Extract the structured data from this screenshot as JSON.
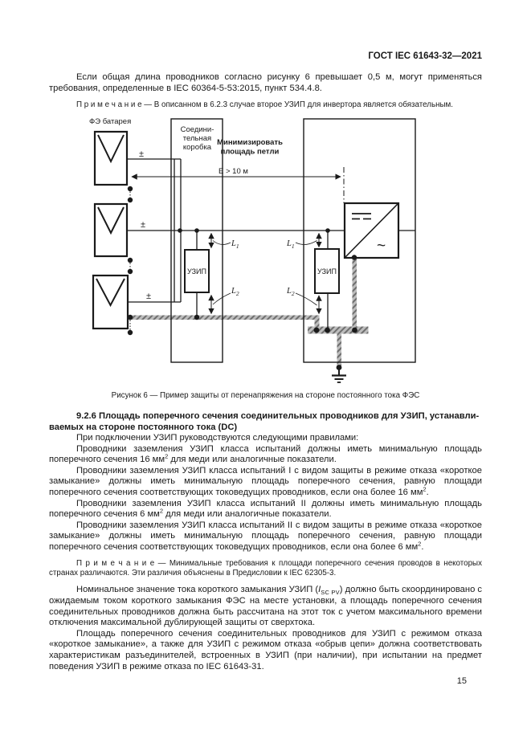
{
  "header": {
    "title": "ГОСТ IEC 61643-32—2021"
  },
  "intro": {
    "p1": "Если общая длина проводников согласно рисунку 6 превышает 0,5 м, могут применяться требования, определенные в IEC 60364-5-53:2015, пункт 534.4.8.",
    "note": "П р и м е ч а н и е  — В описанном в 6.2.3 случае второе УЗИП для инвертора является обязательным."
  },
  "figure": {
    "pv_battery": "ФЭ батарея",
    "junction_box": [
      "Соедини-",
      "тельная",
      "коробка"
    ],
    "minimize": [
      "Минимизировать",
      "площадь петли"
    ],
    "distance": "E > 10 м",
    "pm": "±",
    "uzip": "УЗИП",
    "l": "L",
    "sub1": "1",
    "sub2": "2",
    "ac": "~",
    "caption": "Рисунок 6 — Пример защиты от перенапряжения на стороне постоянного тока ФЭС"
  },
  "section": {
    "heading1": "9.2.6 Площадь поперечного сечения соединительных проводников для УЗИП, устанавли-",
    "heading2": "ваемых на стороне постоянного тока (DC)",
    "p_intro": "При подключении УЗИП руководствуются следующими правилами:",
    "p_class_any": [
      {
        "t": "Проводники заземления УЗИП класса испытаний должны иметь минимальную площадь поперечного сечения 16 мм"
      },
      {
        "t": "2",
        "s": "sup"
      },
      {
        "t": " для меди или аналогичные показатели."
      }
    ],
    "p_class1": [
      {
        "t": "Проводники заземления УЗИП класса испытаний I с видом защиты в режиме отказа «короткое замыкание» должны иметь минимальную площадь поперечного сечения, равную площади поперечного сечения соответствующих токоведущих проводников, если она более 16 мм"
      },
      {
        "t": "2",
        "s": "sup"
      },
      {
        "t": "."
      }
    ],
    "p_class2": [
      {
        "t": "Проводники заземления УЗИП класса испытаний II должны иметь минимальную площадь поперечного сечения 6 мм"
      },
      {
        "t": "2",
        "s": "sup"
      },
      {
        "t": " для меди или аналогичные показатели."
      }
    ],
    "p_class2_sc": [
      {
        "t": "Проводники заземления УЗИП класса испытаний II с видом защиты в режиме отказа «короткое замыкание» должны иметь минимальную площадь поперечного сечения, равную площади поперечного сечения соответствующих токоведущих проводников, если она более 6 мм"
      },
      {
        "t": "2",
        "s": "sup"
      },
      {
        "t": "."
      }
    ],
    "note2": "П р и м е ч а н и е  — Минимальные требования к площади поперечного сечения проводов в некоторых странах различаются. Эти различия объяснены в Предисловии к IEC 62305-3.",
    "p_nominal": [
      {
        "t": "Номинальное значение тока короткого замыкания УЗИП ("
      },
      {
        "t": "I",
        "s": "i"
      },
      {
        "t": "SC PV",
        "s": "sub"
      },
      {
        "t": ") должно быть скоординировано с ожидаемым током короткого замыкания ФЭС на месте установки, а площадь поперечного сечения соединительных проводников должна быть рассчитана на этот ток с учетом максимального времени отключения максимальной дублирующей защиты от сверхтока."
      }
    ],
    "p_area": [
      {
        "t": "Площадь поперечного сечения соединительных проводников для УЗИП с режимом отказа «короткое замыкание», а также для УЗИП с режимом отказа «обрыв цепи» должна соответствовать характеристикам разъединителей, встроенных в УЗИП (при наличии), при испытании на предмет поведения УЗИП в режиме отказа по IEC 61643-31."
      }
    ]
  },
  "footer": {
    "page": "15"
  }
}
